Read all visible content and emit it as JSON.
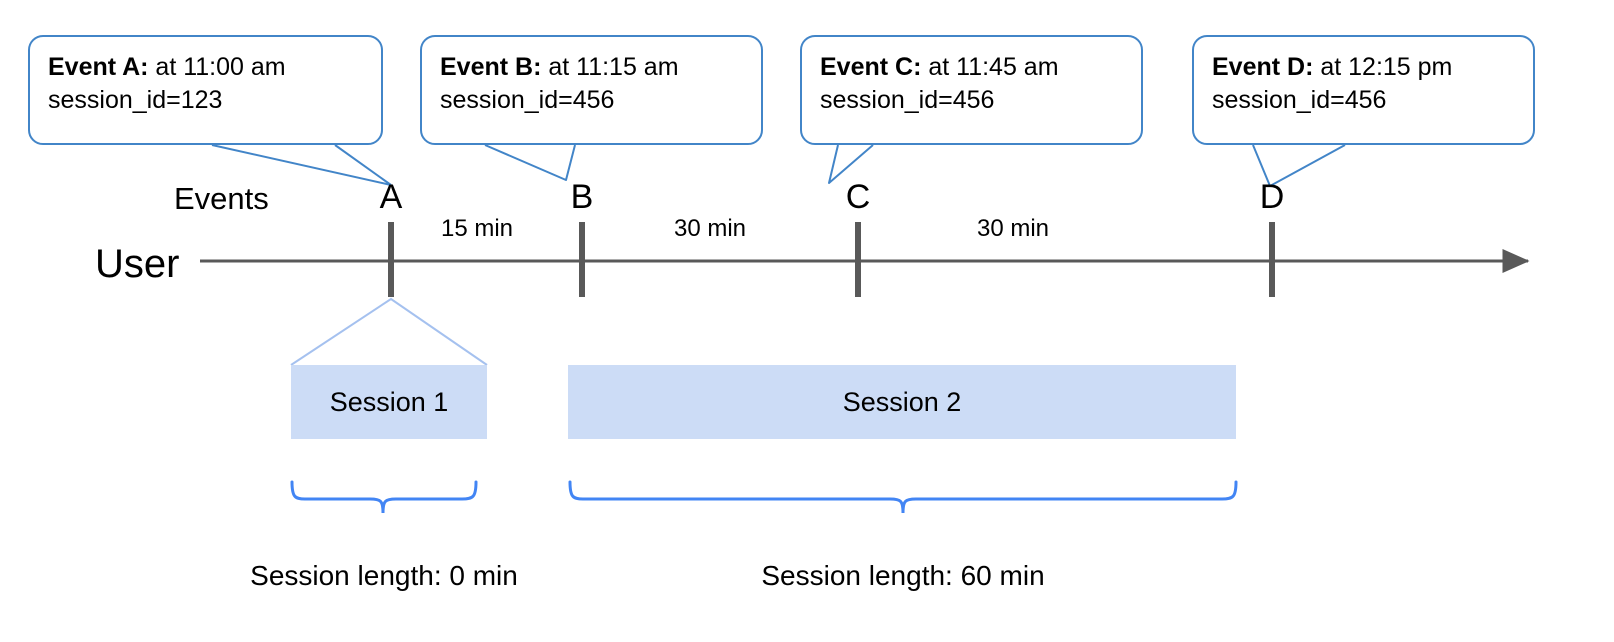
{
  "diagram": {
    "lane_labels": {
      "events": "Events",
      "user": "User"
    },
    "colors": {
      "callout_border": "#4285c8",
      "session_fill": "#ccdcf6",
      "brace": "#4285f4",
      "axis": "#595959",
      "tick": "#595959",
      "connector": "#4285c8"
    },
    "callouts": [
      {
        "title": "Event A:",
        "detail": " at 11:00 am",
        "line2": "session_id=123",
        "target": "A"
      },
      {
        "title": "Event B:",
        "detail": " at 11:15 am",
        "line2": "session_id=456",
        "target": "B"
      },
      {
        "title": "Event C:",
        "detail": " at 11:45 am",
        "line2": "session_id=456",
        "target": "C"
      },
      {
        "title": "Event D:",
        "detail": " at 12:15 pm",
        "line2": "session_id=456",
        "target": "D"
      }
    ],
    "events": [
      {
        "letter": "A",
        "time": "11:00 am",
        "session_id": "123"
      },
      {
        "letter": "B",
        "time": "11:15 am",
        "session_id": "456"
      },
      {
        "letter": "C",
        "time": "11:45 am",
        "session_id": "456"
      },
      {
        "letter": "D",
        "time": "12:15 pm",
        "session_id": "456"
      }
    ],
    "durations": [
      {
        "between": "A-B",
        "label": "15 min"
      },
      {
        "between": "B-C",
        "label": "30 min"
      },
      {
        "between": "C-D",
        "label": "30 min"
      }
    ],
    "sessions": [
      {
        "name": "Session 1",
        "length_label": "Session length: 0 min"
      },
      {
        "name": "Session 2",
        "length_label": "Session length: 60 min"
      }
    ]
  }
}
